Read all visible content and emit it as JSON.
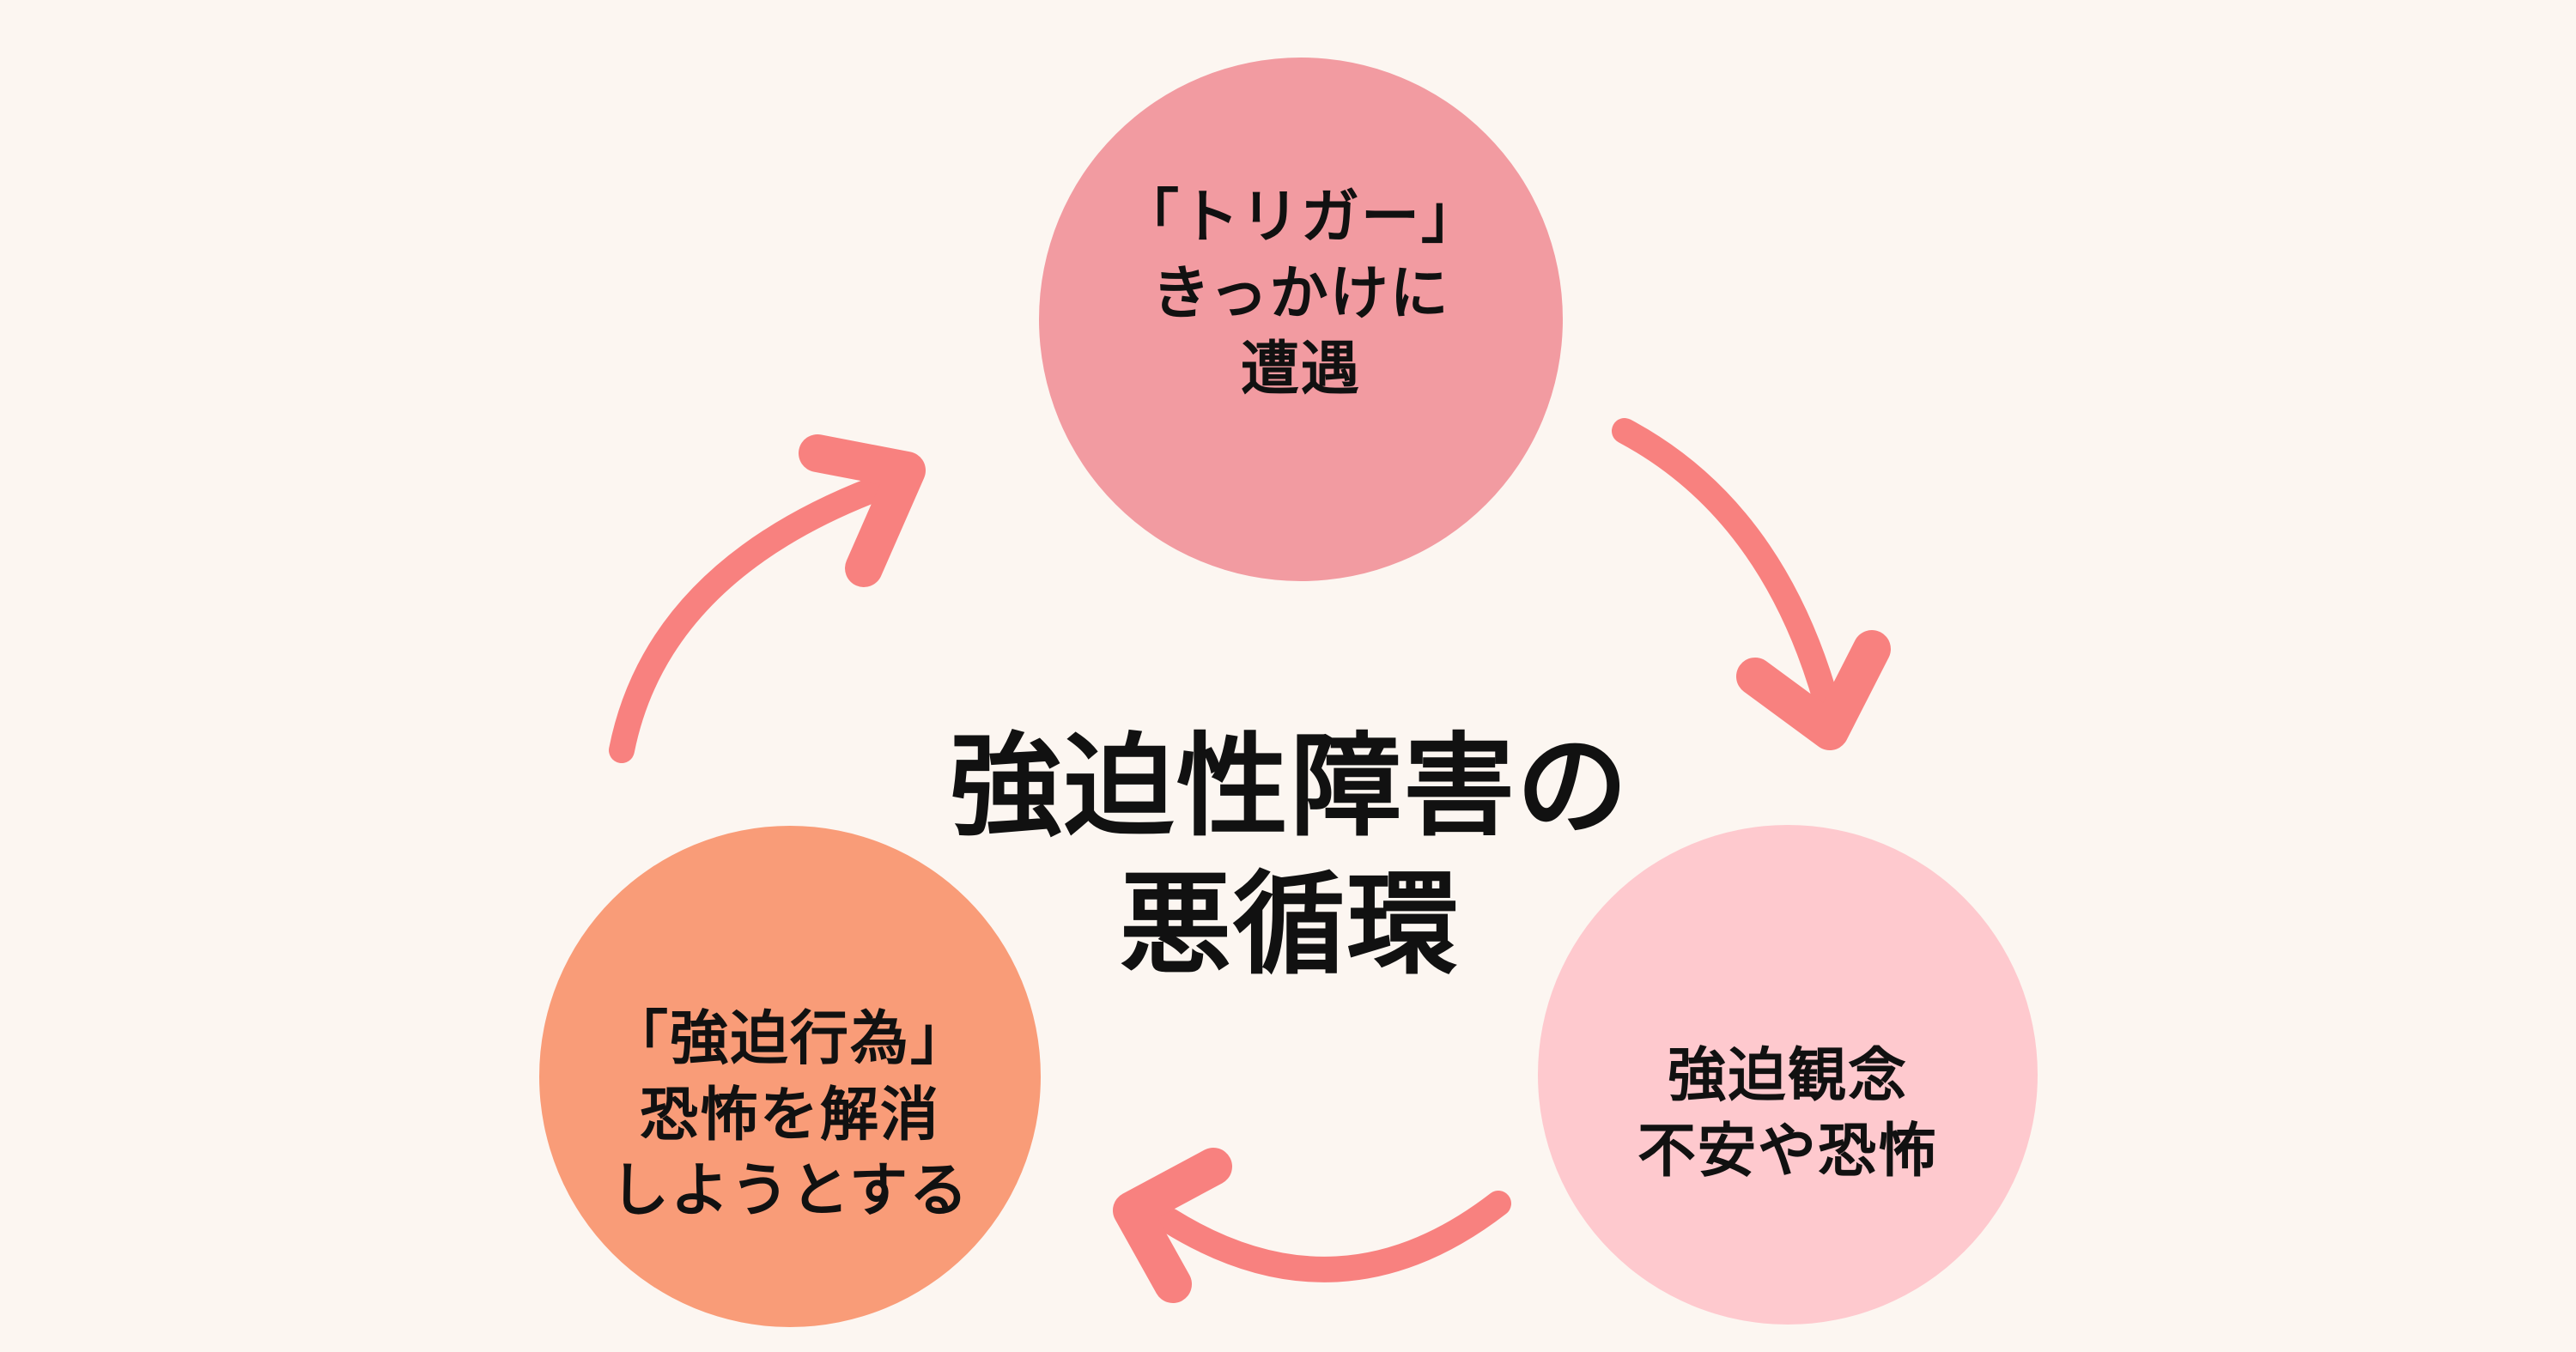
{
  "canvas": {
    "background": "#fcf6f1",
    "text_color": "#111111"
  },
  "title": {
    "lines": [
      "強迫性障害の",
      "悪循環"
    ]
  },
  "nodes": {
    "trigger": {
      "lines": [
        "「トリガー」",
        "きっかけに",
        "遭遇"
      ],
      "color": "#f29ba1"
    },
    "obsession": {
      "lines": [
        "強迫観念",
        "不安や恐怖"
      ],
      "color": "#fec9ce"
    },
    "compulsion": {
      "lines": [
        "「強迫行為」",
        "恐怖を解消",
        "しようとする"
      ],
      "color": "#f99c78"
    }
  },
  "arrows": {
    "color": "#f8817f",
    "items": [
      {
        "id": "trigger-to-obsession",
        "from": "trigger",
        "to": "obsession"
      },
      {
        "id": "obsession-to-compulsion",
        "from": "obsession",
        "to": "compulsion"
      },
      {
        "id": "compulsion-to-trigger",
        "from": "compulsion",
        "to": "trigger"
      }
    ]
  }
}
